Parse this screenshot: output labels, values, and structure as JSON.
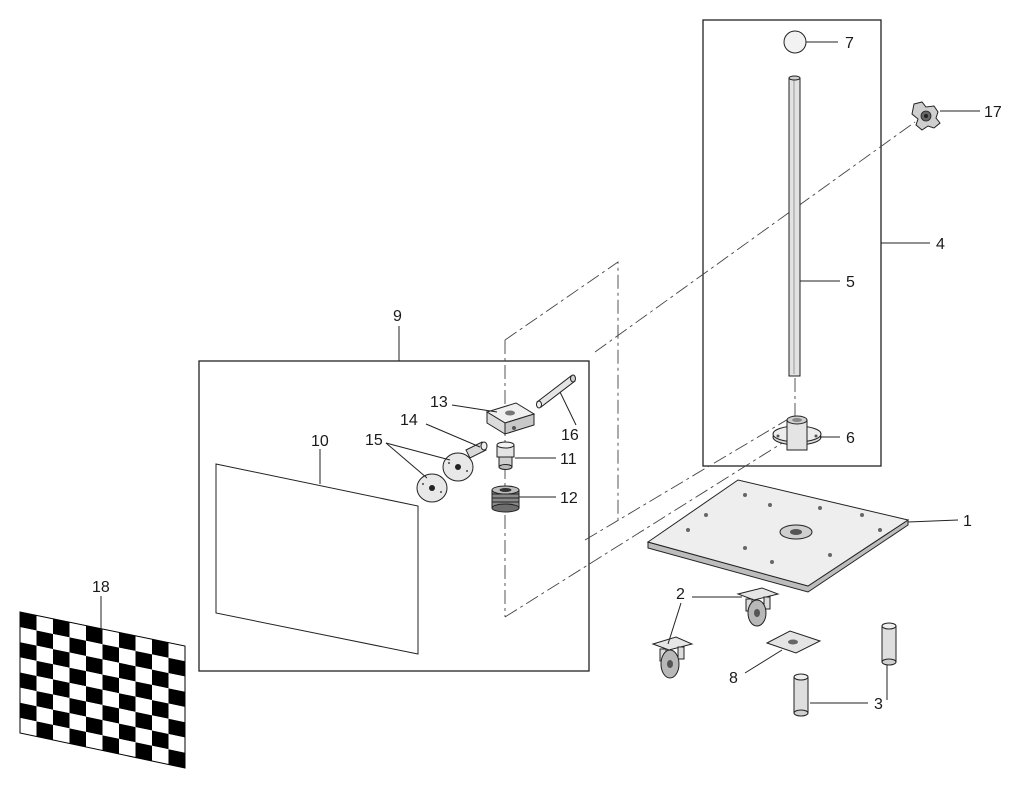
{
  "parts": [
    {
      "id": "1",
      "label": "1"
    },
    {
      "id": "2",
      "label": "2"
    },
    {
      "id": "3",
      "label": "3"
    },
    {
      "id": "4",
      "label": "4"
    },
    {
      "id": "5",
      "label": "5"
    },
    {
      "id": "6",
      "label": "6"
    },
    {
      "id": "7",
      "label": "7"
    },
    {
      "id": "8",
      "label": "8"
    },
    {
      "id": "9",
      "label": "9"
    },
    {
      "id": "10",
      "label": "10"
    },
    {
      "id": "11",
      "label": "11"
    },
    {
      "id": "12",
      "label": "12"
    },
    {
      "id": "13",
      "label": "13"
    },
    {
      "id": "14",
      "label": "14"
    },
    {
      "id": "15",
      "label": "15"
    },
    {
      "id": "16",
      "label": "16"
    },
    {
      "id": "17",
      "label": "17"
    },
    {
      "id": "18",
      "label": "18"
    }
  ],
  "colors": {
    "line": "#222222",
    "part_fill": "#e6e6e6",
    "part_dark": "#b0b0b0",
    "checker_dark": "#000000",
    "checker_light": "#ffffff"
  }
}
